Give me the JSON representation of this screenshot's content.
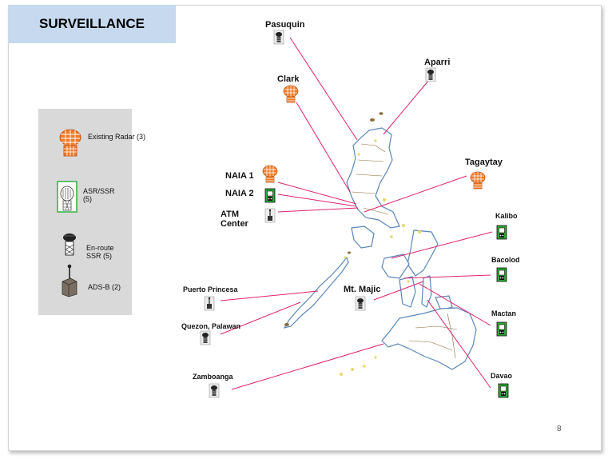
{
  "title": "SURVEILLANCE",
  "legend": {
    "existing_radar": "Existing Radar (3)",
    "asr_ssr": "ASR/SSR (5)",
    "enroute_ssr": "En-route SSR (5)",
    "ads_b": "ADS-B (2)"
  },
  "sites": {
    "pasuquin": "Pasuquin",
    "aparri": "Aparri",
    "clark": "Clark",
    "tagaytay": "Tagaytay",
    "naia1": "NAIA 1",
    "naia2": "NAIA 2",
    "atm_center_line1": "ATM",
    "atm_center_line2": "Center",
    "kalibo": "Kalibo",
    "bacolod": "Bacolod",
    "puerto_princesa": "Puerto Princesa",
    "mt_majic": "Mt. Majic",
    "quezon_palawan": "Quezon, Palawan",
    "mactan": "Mactan",
    "zamboanga": "Zamboanga",
    "davao": "Davao"
  },
  "page_number": "8",
  "colors": {
    "title_bg": "#c6d9ef",
    "legend_bg": "#d9d9d9",
    "radar_orange": "#f07c2a",
    "asr_green": "#22a52c",
    "connector": "#e0226e",
    "map_outline": "#5a86b8",
    "province_line": "#8a6a3a"
  }
}
